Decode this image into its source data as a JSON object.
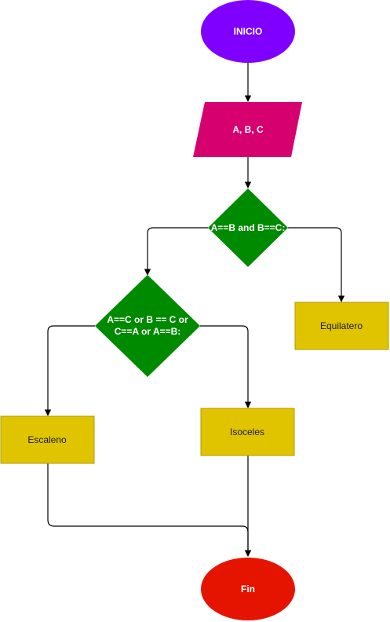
{
  "nodes": {
    "start": {
      "label": "INICIO",
      "color": "#7f00ff"
    },
    "input": {
      "label": "A, B, C",
      "color": "#d6006f"
    },
    "decision1": {
      "label": "A==B and B==C:",
      "color": "#008a00"
    },
    "decision2": {
      "label_line1": "A==C or B == C or",
      "label_line2": "C==A or A==B:",
      "color": "#008a00"
    },
    "equilatero": {
      "label": "Equilatero",
      "color": "#e0c400"
    },
    "isoceles": {
      "label": "Isoceles",
      "color": "#e0c400"
    },
    "escaleno": {
      "label": "Escaleno",
      "color": "#e0c400"
    },
    "end": {
      "label": "Fin",
      "color": "#e51400"
    }
  },
  "edge_color": "#000000"
}
